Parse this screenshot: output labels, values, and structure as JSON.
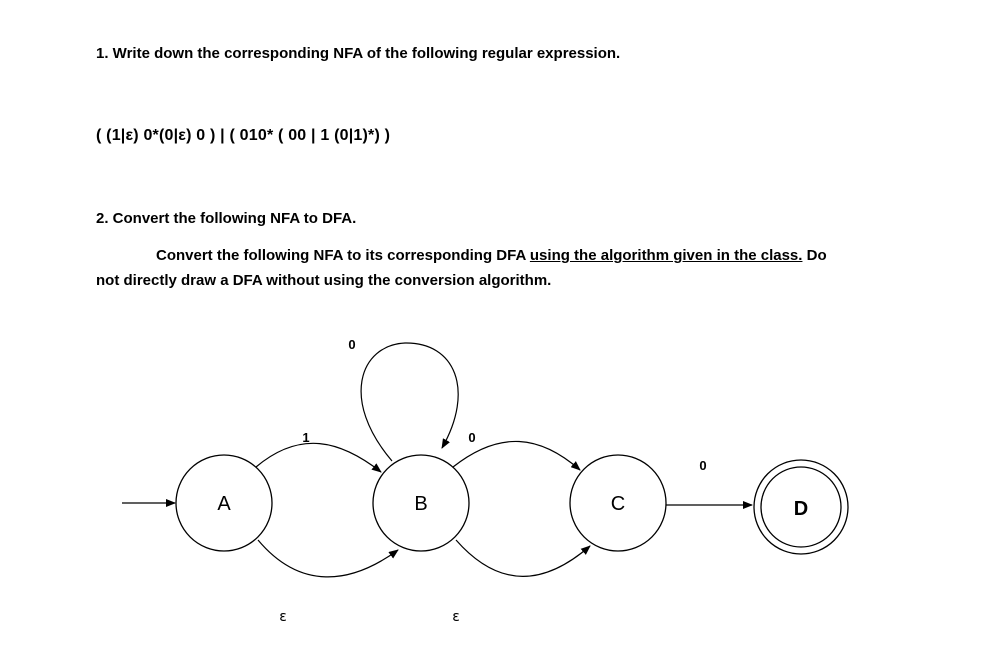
{
  "question1": {
    "title": "1. Write down the corresponding NFA of the following regular expression.",
    "regex": "( (1|ε) 0*(0|ε) 0 ) | ( 010* ( 00 | 1 (0|1)*) )"
  },
  "question2": {
    "title": "2. Convert the following NFA to DFA.",
    "instruction_start": "Convert the following NFA to its corresponding DFA ",
    "instruction_link": "using the algorithm given in the class.",
    "instruction_mid": " Do",
    "instruction_line2": "not directly draw a DFA without using the conversion algorithm."
  },
  "nfa": {
    "states": [
      {
        "id": "A",
        "label": "A",
        "start": true,
        "accepting": false
      },
      {
        "id": "B",
        "label": "B",
        "start": false,
        "accepting": false
      },
      {
        "id": "C",
        "label": "C",
        "start": false,
        "accepting": false
      },
      {
        "id": "D",
        "label": "D",
        "start": false,
        "accepting": true
      }
    ],
    "transitions": [
      {
        "from": "A",
        "to": "B",
        "symbol": "1"
      },
      {
        "from": "A",
        "to": "B",
        "symbol": "ε"
      },
      {
        "from": "B",
        "to": "B",
        "symbol": "0"
      },
      {
        "from": "B",
        "to": "C",
        "symbol": "0"
      },
      {
        "from": "B",
        "to": "C",
        "symbol": "ε"
      },
      {
        "from": "C",
        "to": "D",
        "symbol": "0"
      }
    ]
  }
}
